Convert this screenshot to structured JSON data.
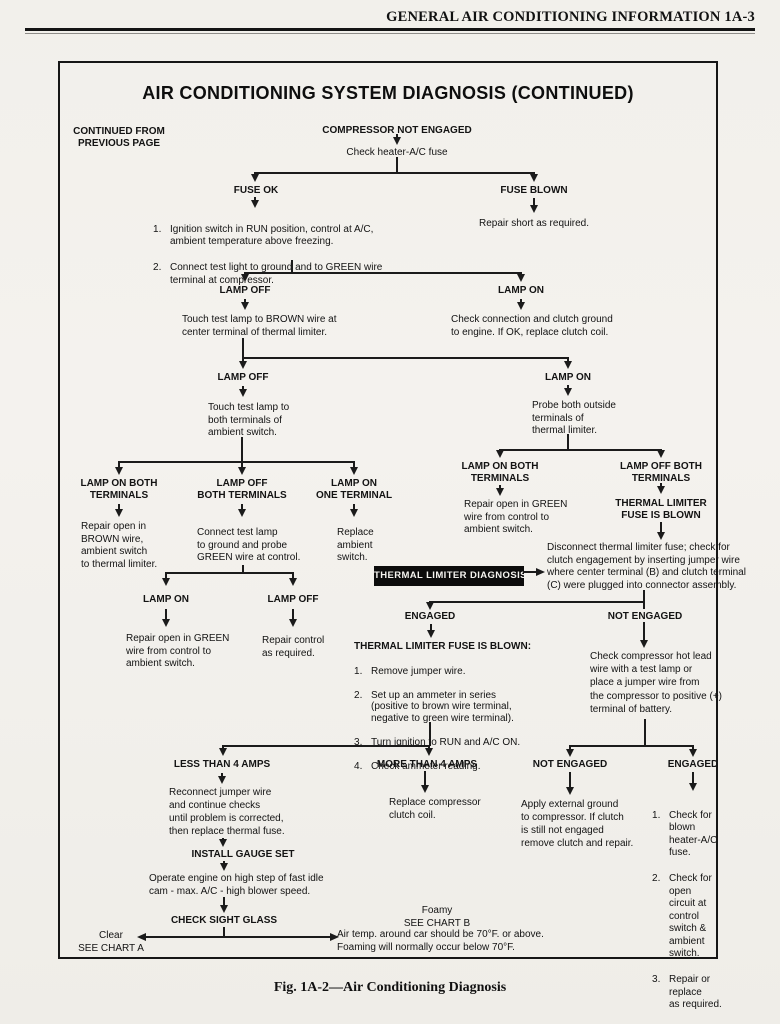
{
  "page": {
    "header": "GENERAL AIR CONDITIONING INFORMATION 1A-3",
    "caption": "Fig. 1A-2—Air Conditioning Diagnosis"
  },
  "chart": {
    "title": "AIR CONDITIONING SYSTEM DIAGNOSIS (CONTINUED)",
    "continued_from": "CONTINUED FROM\nPREVIOUS PAGE",
    "nodes": {
      "compressor_not_engaged": "COMPRESSOR NOT ENGAGED",
      "check_heater_fuse": "Check heater-A/C fuse",
      "fuse_ok": "FUSE OK",
      "fuse_blown": "FUSE BLOWN",
      "repair_short": "Repair short as required.",
      "lamp_off_1": "LAMP OFF",
      "lamp_on_1": "LAMP ON",
      "touch_brown": "Touch test lamp to BROWN wire at\ncenter terminal of thermal limiter.",
      "check_connection": "Check connection and clutch ground\nto engine. If OK, replace clutch coil.",
      "lamp_off_2": "LAMP OFF",
      "lamp_on_2": "LAMP ON",
      "touch_ambient": "Touch test lamp to\nboth terminals of\nambient switch.",
      "probe_outside": "Probe both outside\nterminals of\nthermal limiter.",
      "lamp_on_both_left": "LAMP ON BOTH\nTERMINALS",
      "lamp_off_both_left": "LAMP OFF\nBOTH TERMINALS",
      "lamp_on_one": "LAMP ON\nONE TERMINAL",
      "repair_brown": "Repair open in\nBROWN wire,\nambient switch\nto thermal limiter.",
      "connect_green": "Connect test lamp\nto ground and probe\nGREEN wire at control.",
      "replace_ambient": "Replace\nambient\nswitch.",
      "lamp_on_both_right": "LAMP ON BOTH\nTERMINALS",
      "lamp_off_both_right": "LAMP OFF BOTH\nTERMINALS",
      "repair_green_right": "Repair open in GREEN\nwire from control to\nambient switch.",
      "thermal_fuse_blown": "THERMAL LIMITER\nFUSE IS BLOWN",
      "disconnect_fuse": "Disconnect thermal limiter fuse; check for\nclutch engagement by inserting jumper wire\nwhere center terminal (B) and clutch terminal\n(C) were plugged into connector assembly.",
      "thermal_limiter_diagnosis": "THERMAL LIMITER DIAGNOSIS",
      "lamp_on_3": "LAMP ON",
      "lamp_off_3": "LAMP OFF",
      "repair_green_left": "Repair open in GREEN\nwire from control to\nambient switch.",
      "repair_control": "Repair control\nas required.",
      "engaged_1": "ENGAGED",
      "not_engaged_1": "NOT ENGAGED",
      "thermal_blown_heading": "THERMAL LIMITER FUSE IS BLOWN:",
      "check_hot_lead": "Check compressor hot lead\nwire with a test lamp or\nplace a jumper wire from\nthe compressor to positive (+)\nterminal of battery.",
      "less_than_4": "LESS THAN 4 AMPS",
      "more_than_4": "MORE THAN 4 AMPS",
      "reconnect_jumper": "Reconnect jumper wire\nand continue checks\nuntil problem is corrected,\nthen replace thermal fuse.",
      "replace_clutch_coil": "Replace compressor\nclutch coil.",
      "not_engaged_2": "NOT ENGAGED",
      "engaged_2": "ENGAGED",
      "apply_ground": "Apply external ground\nto compressor. If clutch\nis still not engaged\nremove clutch and repair.",
      "install_gauge_set": "INSTALL GAUGE SET",
      "operate_engine": "Operate engine on high step of fast idle\ncam - max. A/C - high blower speed.",
      "check_sight_glass": "CHECK SIGHT GLASS",
      "clear_chart": "Clear\nSEE CHART A",
      "foamy_chart": "Foamy\nSEE CHART B",
      "air_temp_note": "Air temp. around car should be 70°F. or above.\nFoaming will normally occur below 70°F."
    },
    "lists": {
      "fuse_ok_steps": [
        "Ignition switch in RUN position, control at A/C,\nambient temperature above freezing.",
        "Connect test light to ground and to GREEN wire\nterminal at compressor."
      ],
      "thermal_blown_steps": [
        "Remove jumper wire.",
        "Set up an ammeter in series\n(positive to brown wire terminal,\nnegative to green wire terminal).",
        "Turn ignition to RUN and A/C ON.",
        "Check ammeter reading."
      ],
      "engaged_steps": [
        "Check for blown\nheater-A/C fuse.",
        "Check for open\ncircuit at control\nswitch & ambient\nswitch.",
        "Repair or replace\nas required."
      ]
    }
  }
}
